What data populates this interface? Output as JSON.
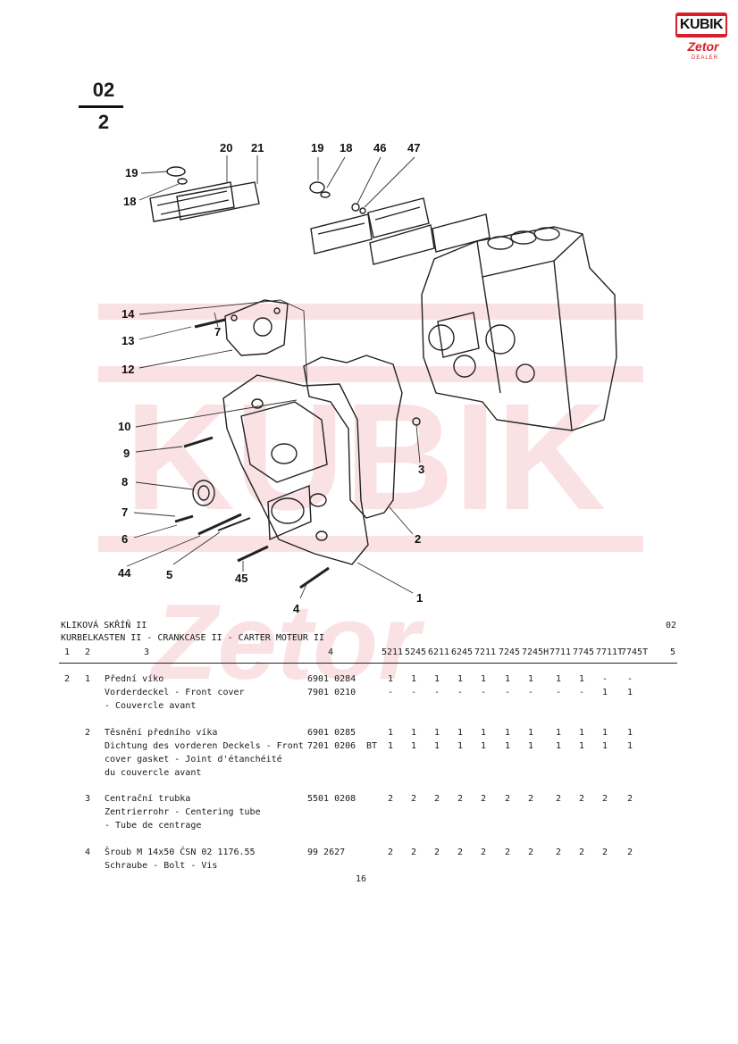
{
  "logo": {
    "brand": "KUBIK",
    "sub": "Zetor",
    "tag": "DEALER"
  },
  "section": {
    "top": "02",
    "bottom": "2"
  },
  "callouts": {
    "c19a": "19",
    "c18a": "18",
    "c20": "20",
    "c21": "21",
    "c19b": "19",
    "c18b": "18",
    "c46": "46",
    "c47": "47",
    "c14": "14",
    "c13": "13",
    "c7a": "7",
    "c12": "12",
    "c10": "10",
    "c9": "9",
    "c8": "8",
    "c7b": "7",
    "c6": "6",
    "c44": "44",
    "c5": "5",
    "c45": "45",
    "c4": "4",
    "c3": "3",
    "c2": "2",
    "c1": "1"
  },
  "header": {
    "title_cz": "KLIKOVÁ SKŘÍŇ II",
    "title_ml": "KURBELKASTEN II - CRANKCASE II - CARTER MOTEUR II",
    "group": "02",
    "col1": "1",
    "col2": "2",
    "col3": "3",
    "col4": "4",
    "models": [
      "5211",
      "5245",
      "6211",
      "6245",
      "7211",
      "7245",
      "7245H",
      "7711",
      "7745",
      "7711T",
      "7745T"
    ],
    "col5": "5"
  },
  "rows": [
    {
      "group": "2",
      "pos": "1",
      "lines": [
        "Přední víko",
        "Vorderdeckel - Front cover",
        "- Couvercle avant"
      ],
      "codes": [
        "6901 0284",
        "7901 0210"
      ],
      "flag": "",
      "qty": [
        [
          "1",
          "1",
          "1",
          "1",
          "1",
          "1",
          "1",
          "1",
          "1",
          "-",
          "-"
        ],
        [
          "-",
          "-",
          "-",
          "-",
          "-",
          "-",
          "-",
          "-",
          "-",
          "1",
          "1"
        ]
      ]
    },
    {
      "group": "",
      "pos": "2",
      "lines": [
        "Těsnění předního víka",
        "Dichtung des vorderen Deckels - Front",
        "cover gasket - Joint d'étanchéité",
        "du couvercle avant"
      ],
      "codes": [
        "6901 0285",
        "7201 0206"
      ],
      "flag": "BT",
      "qty": [
        [
          "1",
          "1",
          "1",
          "1",
          "1",
          "1",
          "1",
          "1",
          "1",
          "1",
          "1"
        ],
        [
          "1",
          "1",
          "1",
          "1",
          "1",
          "1",
          "1",
          "1",
          "1",
          "1",
          "1"
        ]
      ]
    },
    {
      "group": "",
      "pos": "3",
      "lines": [
        "Centrační trubka",
        "Zentrierrohr - Centering tube",
        "- Tube de centrage"
      ],
      "codes": [
        "5501 0208"
      ],
      "flag": "",
      "qty": [
        [
          "2",
          "2",
          "2",
          "2",
          "2",
          "2",
          "2",
          "2",
          "2",
          "2",
          "2"
        ]
      ]
    },
    {
      "group": "",
      "pos": "4",
      "lines": [
        "Šroub M 14x50 ČSN 02 1176.55",
        "Schraube - Bolt - Vis"
      ],
      "codes": [
        "99 2627"
      ],
      "flag": "",
      "qty": [
        [
          "2",
          "2",
          "2",
          "2",
          "2",
          "2",
          "2",
          "2",
          "2",
          "2",
          "2"
        ]
      ]
    }
  ],
  "footer": {
    "page": "16"
  }
}
